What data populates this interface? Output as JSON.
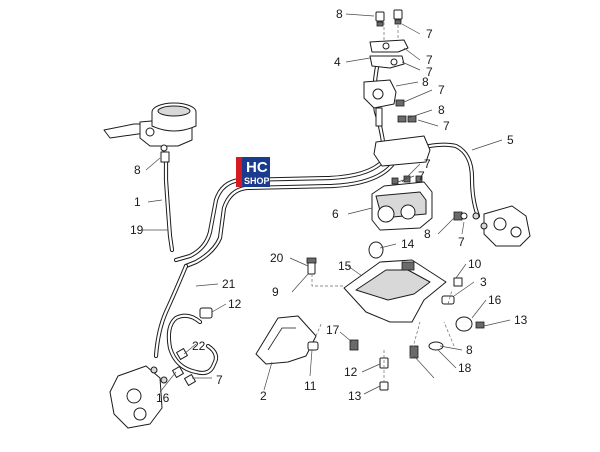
{
  "diagram": {
    "logo": {
      "line1": "HC",
      "line2": "SHOP",
      "accent": "#d71920",
      "bg": "#1b3b8f"
    },
    "callouts": {
      "c1": "8",
      "c2": "7",
      "c3": "7",
      "c4": "4",
      "c5": "7",
      "c6": "8",
      "c7": "7",
      "c8": "8",
      "c9": "7",
      "c10": "5",
      "c11": "7",
      "c12": "8",
      "c13": "7",
      "c14": "6",
      "c15": "14",
      "c16": "8",
      "c17": "7",
      "c18": "1",
      "c19": "19",
      "c20": "20",
      "c21": "9",
      "c22": "15",
      "c23": "10",
      "c24": "3",
      "c25": "21",
      "c26": "12",
      "c27": "16",
      "c28": "13",
      "c29": "17",
      "c30": "8",
      "c31": "12",
      "c32": "18",
      "c33": "11",
      "c34": "2",
      "c35": "22",
      "c36": "7",
      "c37": "16",
      "c38": "13"
    }
  }
}
